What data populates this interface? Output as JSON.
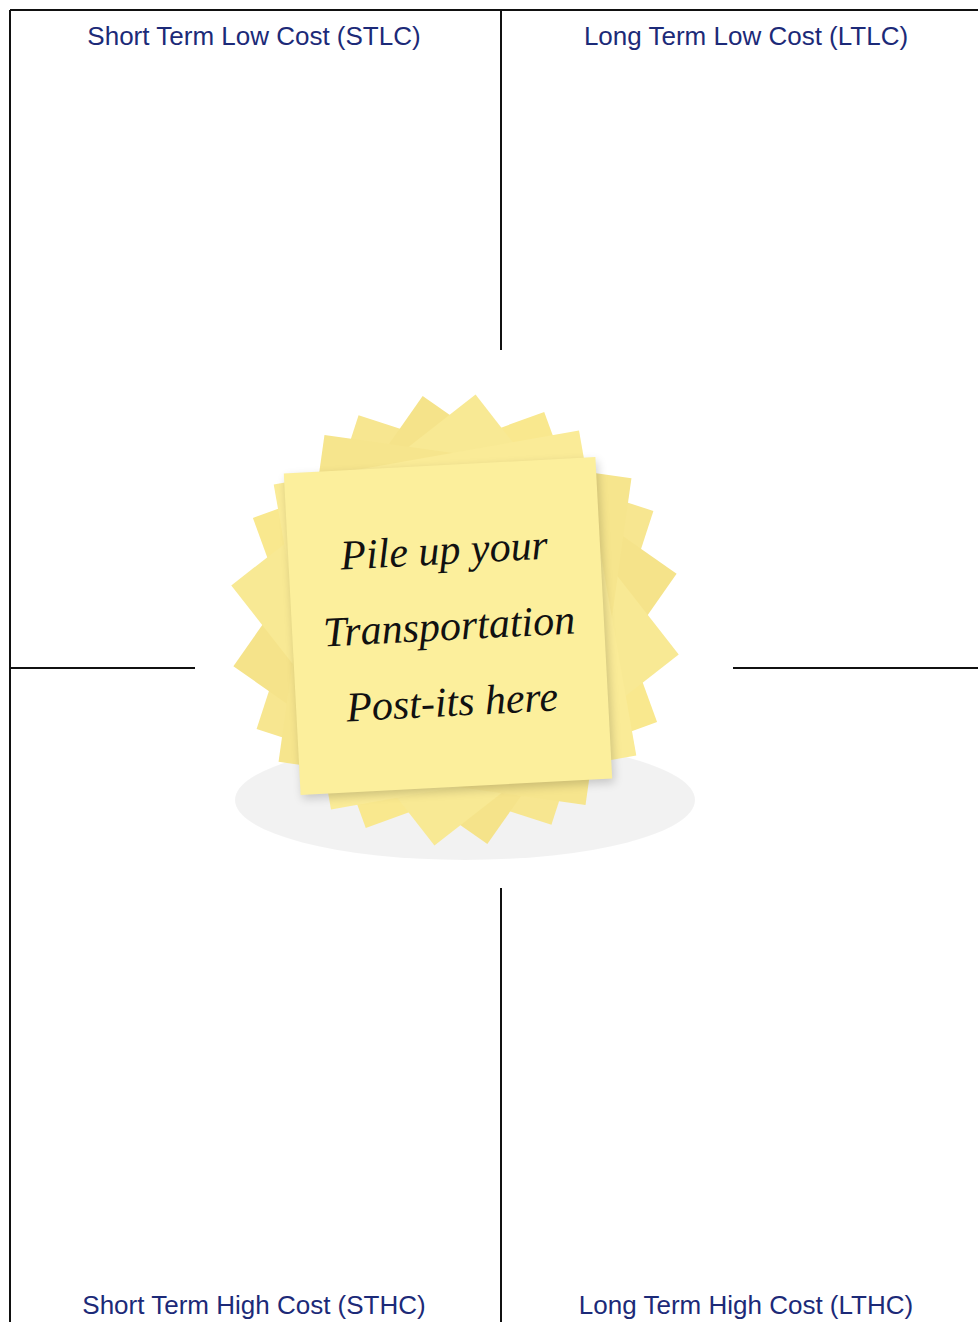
{
  "diagram": {
    "nodes": [
      {
        "text": [
          "Pile up your Transportation Post-its here"
        ]
      }
    ],
    "labels": [
      "Short Term Low Cost (STLC)",
      "Long Term Low Cost (LTLC)",
      "Short Term High Cost (STHC)",
      "Long Term High Cost (LTHC)"
    ]
  }
}
